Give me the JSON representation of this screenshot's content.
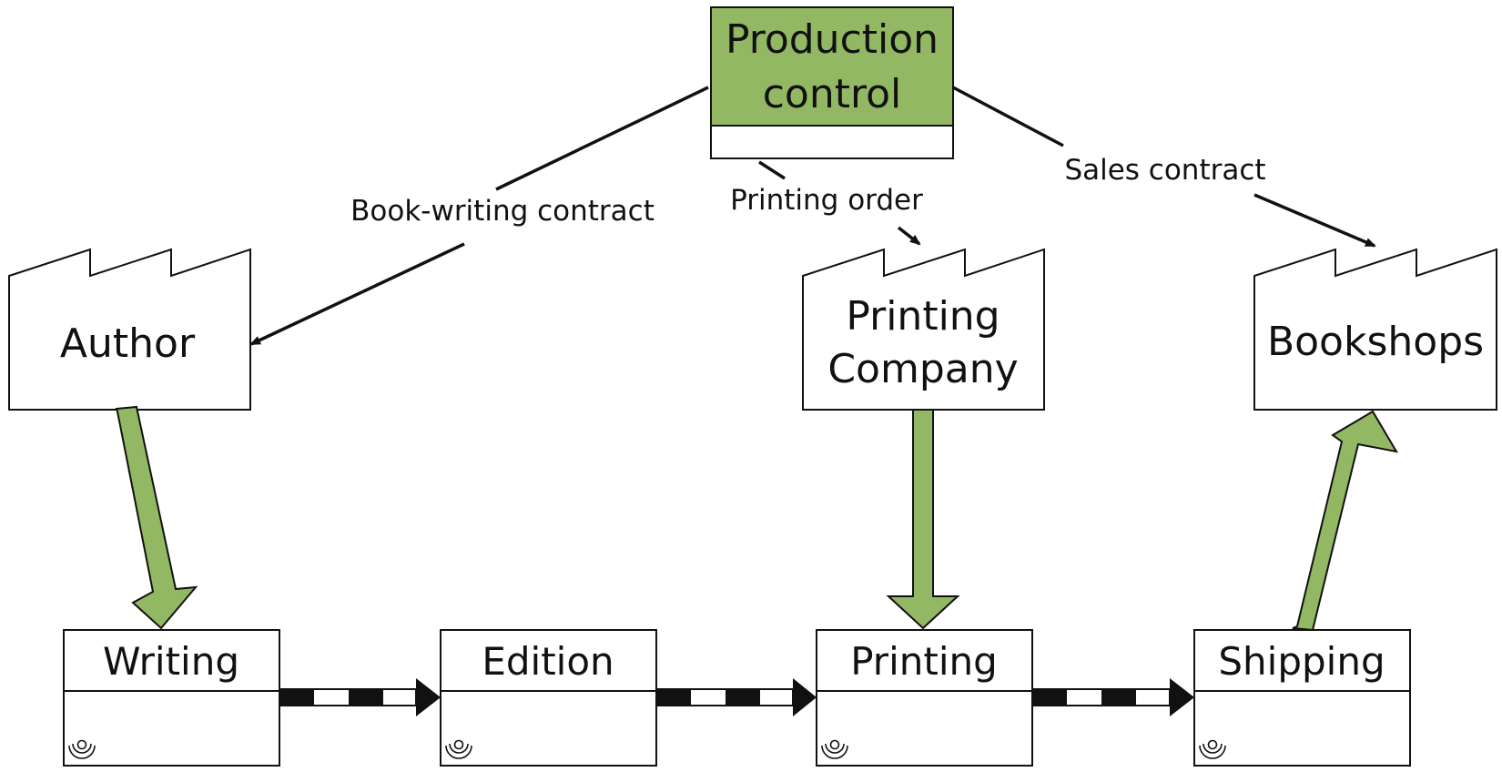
{
  "colors": {
    "accent_green": "#93b863",
    "line": "#111111",
    "background": "#ffffff"
  },
  "control": {
    "label_line1": "Production",
    "label_line2": "control"
  },
  "contracts": {
    "book_writing": "Book-writing contract",
    "printing_order": "Printing order",
    "sales": "Sales contract"
  },
  "actors": {
    "author": "Author",
    "printing_company_line1": "Printing",
    "printing_company_line2": "Company",
    "bookshops": "Bookshops"
  },
  "processes": {
    "writing": "Writing",
    "edition": "Edition",
    "printing": "Printing",
    "shipping": "Shipping"
  },
  "icons": {
    "process_marker": "operator-icon",
    "actor_shape": "factory-icon"
  }
}
